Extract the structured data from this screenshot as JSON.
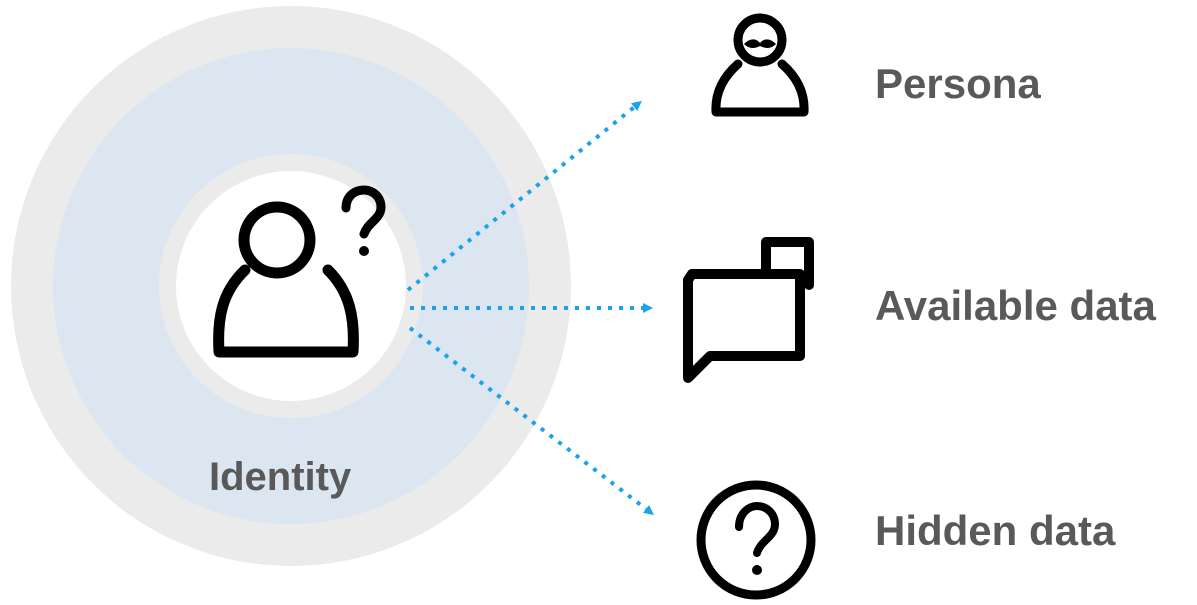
{
  "colors": {
    "outer_ring": "#ebebeb",
    "middle_ring": "#dbe6f1",
    "inner_ring": "#ebebeb",
    "arrow": "#1aa3ea",
    "icon_stroke": "#000000",
    "label_text": "#595959"
  },
  "center": {
    "label": "Identity",
    "icon": "user-question-icon"
  },
  "outputs": [
    {
      "label": "Persona",
      "icon": "user-mustache-icon"
    },
    {
      "label": "Available data",
      "icon": "chat-bubbles-icon"
    },
    {
      "label": "Hidden data",
      "icon": "question-circle-icon"
    }
  ]
}
